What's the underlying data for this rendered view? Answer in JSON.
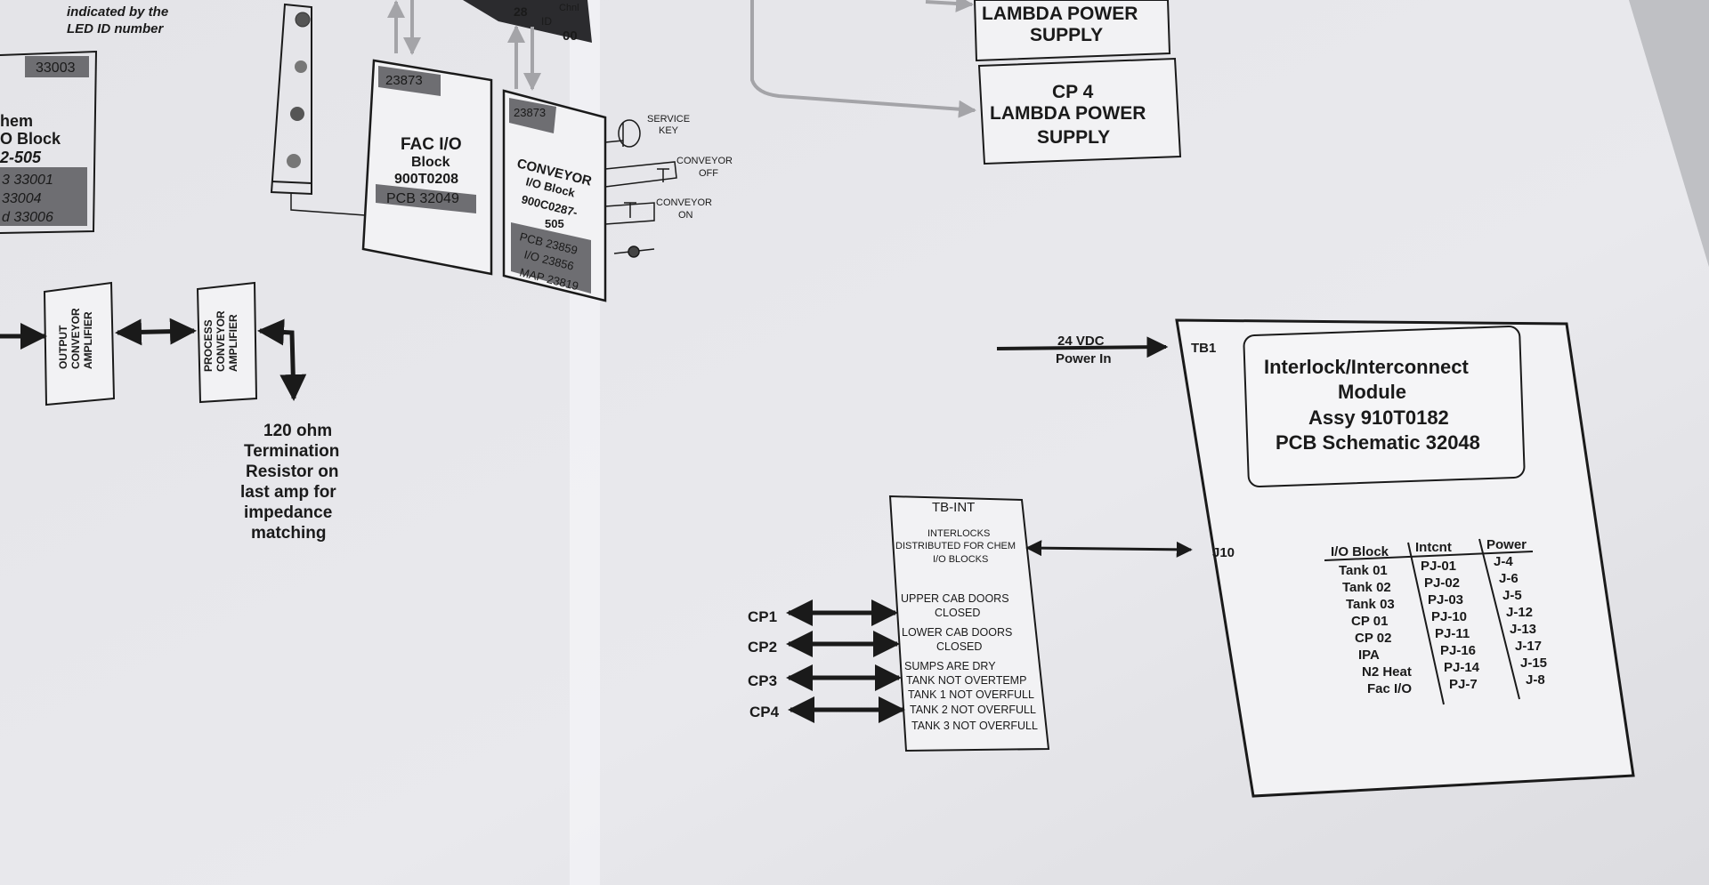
{
  "top_left_note": [
    "indicated by the",
    "LED ID number"
  ],
  "left_block": {
    "id_tag": "33003",
    "lines": [
      "hem",
      "O Block",
      "2-505"
    ],
    "tags": [
      "3 33001",
      "33004",
      "d 33006"
    ]
  },
  "fac_io_block": {
    "tag": "23873",
    "lines": [
      "FAC I/O",
      "Block",
      "900T0208"
    ],
    "pcb": "PCB 32049"
  },
  "conveyor_block": {
    "tag": "23873",
    "lines": [
      "CONVEYOR",
      "I/O Block",
      "900C0287-",
      "505"
    ],
    "tags": [
      "PCB 23859",
      "I/O 23856",
      "MAP 23819"
    ]
  },
  "top_chip": {
    "values": [
      "28",
      "ID",
      "00"
    ],
    "label": "Chnl"
  },
  "switch_labels": {
    "service_key": [
      "SERVICE",
      "KEY"
    ],
    "conveyor_off": [
      "CONVEYOR",
      "OFF"
    ],
    "conveyor_on": [
      "CONVEYOR",
      "ON"
    ]
  },
  "lambda_top": [
    "LAMBDA POWER",
    "SUPPLY"
  ],
  "lambda_cp4": [
    "CP 4",
    "LAMBDA POWER",
    "SUPPLY"
  ],
  "amplifiers": {
    "output": [
      "OUTPUT",
      "CONVEYOR",
      "AMPLIFIER"
    ],
    "process": [
      "PROCESS",
      "CONVEYOR",
      "AMPLIFIER"
    ]
  },
  "termination_note": [
    "120 ohm",
    "Termination",
    "Resistor on",
    "last amp for",
    "impedance",
    "matching"
  ],
  "power_in": {
    "line1": "24 VDC",
    "line2": "Power In"
  },
  "tb_int": {
    "title": "TB-INT",
    "header": [
      "INTERLOCKS",
      "DISTRIBUTED FOR CHEM",
      "I/O BLOCKS"
    ],
    "signals": [
      "UPPER CAB DOORS",
      "CLOSED",
      "LOWER CAB DOORS",
      "CLOSED",
      "SUMPS ARE DRY",
      "TANK NOT OVERTEMP",
      "TANK 1 NOT OVERFULL",
      "TANK 2 NOT OVERFULL",
      "TANK 3 NOT OVERFULL"
    ]
  },
  "cp_labels": [
    "CP1",
    "CP2",
    "CP3",
    "CP4"
  ],
  "module": {
    "tb1": "TB1",
    "j10": "J10",
    "title": [
      "Interlock/Interconnect",
      "Module",
      "Assy 910T0182",
      "PCB Schematic 32048"
    ],
    "table": {
      "headers": [
        "I/O Block",
        "Intcnt",
        "Power"
      ],
      "rows": [
        [
          "Tank 01",
          "PJ-01",
          "J-4"
        ],
        [
          "Tank 02",
          "PJ-02",
          "J-6"
        ],
        [
          "Tank 03",
          "PJ-03",
          "J-5"
        ],
        [
          "CP 01",
          "PJ-10",
          "J-12"
        ],
        [
          "CP 02",
          "PJ-11",
          "J-13"
        ],
        [
          "IPA",
          "PJ-16",
          "J-17"
        ],
        [
          "N2 Heat",
          "PJ-14",
          "J-15"
        ],
        [
          "Fac I/O",
          "PJ-7",
          "J-8"
        ]
      ]
    }
  },
  "colors": {
    "paper": "#e8e8ec",
    "ink": "#1a1a1a",
    "gray_arrow": "#a4a4a8",
    "tag_fill": "#6e6e72"
  }
}
